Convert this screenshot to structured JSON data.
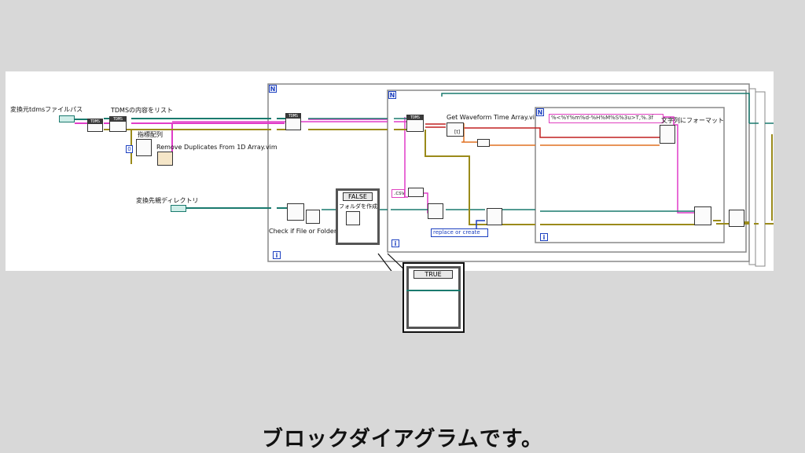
{
  "labels": {
    "source_path": "変換元tdmsファイルパス",
    "list_contents": "TDMSの内容をリスト",
    "index_array": "指標配列",
    "remove_duplicates": "Remove Duplicates From 1D Array.vim",
    "dest_dir": "変換先親ディレクトリ",
    "check_file": "Check if File or Folder E",
    "get_waveform": "Get Waveform Time Array.vi",
    "format_string": "文字列にフォーマット"
  },
  "constants": {
    "zero": "0",
    "csv": ".csv",
    "time_format": "%<%Y%m%d-%H%M%S%3u>T,%.3f",
    "open_mode": "replace or create"
  },
  "case_false": {
    "selector": "FALSE",
    "inner_label": "フォルダを作成"
  },
  "case_true": {
    "selector": "TRUE"
  },
  "tags": {
    "n": "N",
    "i": "i",
    "array1": "[t]"
  },
  "icons": {
    "tdms": "TDMS"
  },
  "caption": "ブロックダイアグラムです。"
}
